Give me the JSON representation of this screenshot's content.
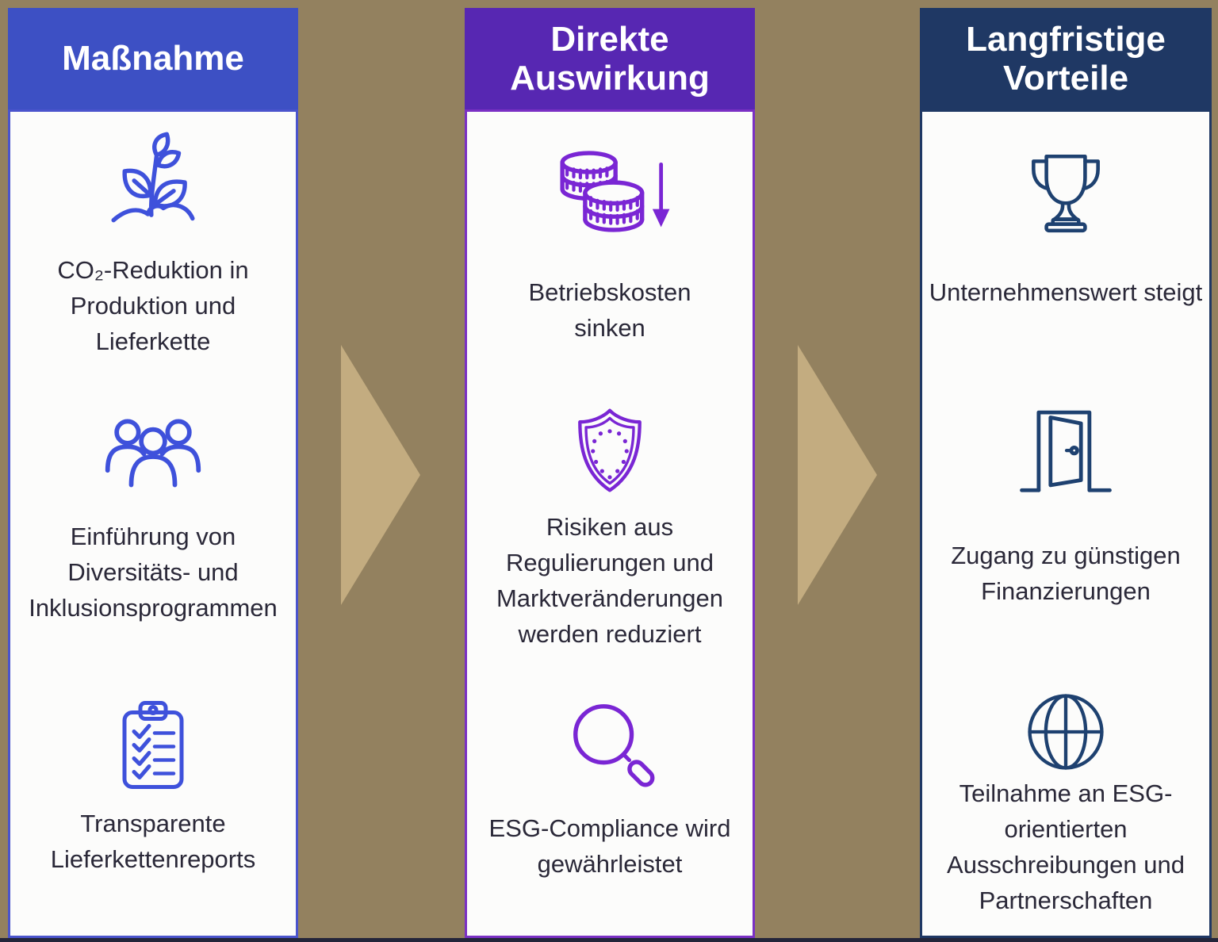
{
  "columns": [
    {
      "header": "Maßnahme",
      "items": [
        {
          "icon": "seedling-icon",
          "caption": "CO₂-Reduktion in Produktion und Lieferkette"
        },
        {
          "icon": "people-group-icon",
          "caption": "Einführung von Diversitäts- und Inklusionsprogrammen"
        },
        {
          "icon": "checklist-clipboard-icon",
          "caption": "Transparente Lieferkettenreports"
        }
      ]
    },
    {
      "header": "Direkte Auswirkung",
      "items": [
        {
          "icon": "coins-decrease-icon",
          "caption": "Betriebskosten sinken"
        },
        {
          "icon": "shield-icon",
          "caption": "Risiken aus Regulierungen und Marktveränderungen werden reduziert"
        },
        {
          "icon": "magnifier-icon",
          "caption": "ESG-Compliance wird gewährleistet"
        }
      ]
    },
    {
      "header": "Langfristige Vorteile",
      "items": [
        {
          "icon": "trophy-icon",
          "caption": "Unternehmenswert steigt"
        },
        {
          "icon": "open-door-icon",
          "caption": "Zugang zu günstigen Finanzierungen"
        },
        {
          "icon": "globe-icon",
          "caption": "Teilnahme an ESG-orientierten Ausschreibungen und Partnerschaften"
        }
      ]
    }
  ],
  "colors": {
    "background": "#93815F",
    "arrow_fill": "#C3AC80",
    "column1_header": "#3D50C4",
    "column1_icon": "#3E51DB",
    "column2_header": "#5727B2",
    "column2_icon": "#7A26D4",
    "column3_header": "#1F3864",
    "column3_icon": "#1E4170",
    "caption_text": "#2A2838",
    "header_text": "#FFFFFF"
  }
}
